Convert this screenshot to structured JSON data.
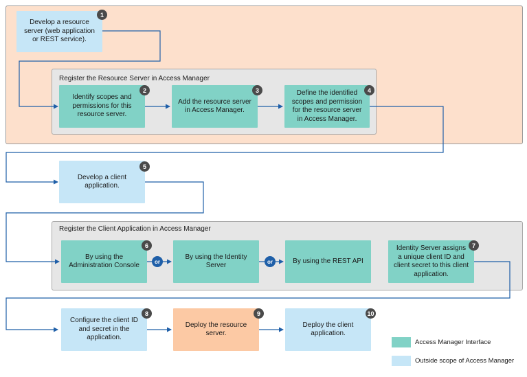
{
  "groups": {
    "register_resource_server": "Register the Resource Server in Access Manager",
    "register_client_application": "Register the Client Application in Access Manager"
  },
  "steps": [
    {
      "number": "1",
      "text": "Develop a resource server (web application or REST service).",
      "color": "#c6e6f7"
    },
    {
      "number": "2",
      "text": "Identify scopes and permissions for this resource server.",
      "color": "#81d2c6"
    },
    {
      "number": "3",
      "text": "Add the resource server in Access Manager.",
      "color": "#81d2c6"
    },
    {
      "number": "4",
      "text": "Define the identified scopes and permission for the resource server in Access Manager.",
      "color": "#81d2c6"
    },
    {
      "number": "5",
      "text": "Develop a client application.",
      "color": "#c6e6f7"
    },
    {
      "number": "6",
      "text": "By using the Administration Console",
      "color": "#81d2c6"
    },
    {
      "number": "",
      "text": "By using the Identity Server",
      "color": "#81d2c6"
    },
    {
      "number": "",
      "text": "By using the REST API",
      "color": "#81d2c6"
    },
    {
      "number": "7",
      "text": "Identity Server assigns a unique client ID and client secret to this client application.",
      "color": "#81d2c6"
    },
    {
      "number": "8",
      "text": "Configure the client ID and secret in the application.",
      "color": "#c6e6f7"
    },
    {
      "number": "9",
      "text": "Deploy the resource server.",
      "color": "#fcc9a4"
    },
    {
      "number": "10",
      "text": "Deploy the client application.",
      "color": "#c6e6f7"
    }
  ],
  "or_labels": [
    "or",
    "or"
  ],
  "legend": [
    {
      "label": "Access Manager Interface",
      "color": "#81d2c6"
    },
    {
      "label": "Outside scope of Access Manager",
      "color": "#c6e6f7"
    }
  ],
  "colors": {
    "connector": "#1f5fa8",
    "region_resource_server": "#fde0cc",
    "region_group": "#e6e6e6",
    "step_badge": "#4a4a4a"
  }
}
